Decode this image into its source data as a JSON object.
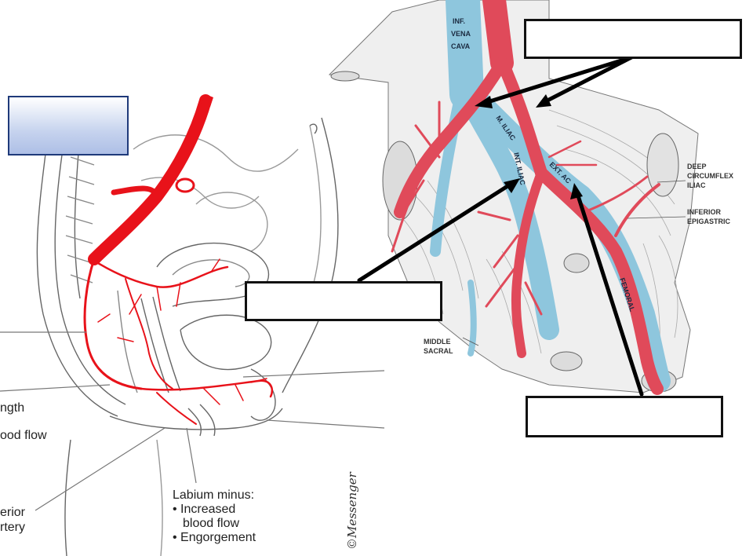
{
  "left_figure": {
    "partial_labels": [
      "ngth",
      "ood flow",
      "erior",
      "rtery"
    ],
    "labium_minus": {
      "heading": "Labium minus:",
      "bullets": [
        "• Increased",
        "blood flow",
        "• Engorgement"
      ]
    },
    "signature": "©Messenger"
  },
  "right_figure": {
    "vessel_labels": {
      "inf_vena_cava": [
        "INF.",
        "VENA",
        "CAVA"
      ],
      "common_iliac": "M. ILIAC",
      "internal_iliac": "INT. ILIAC",
      "external_iliac": "EXT.    AC",
      "femoral": "FEMORAL"
    },
    "side_labels": {
      "deep_circumflex_iliac": [
        "DEEP",
        "CIRCUMFLEX",
        "ILIAC"
      ],
      "inferior_epigastric": [
        "INFERIOR",
        "EPIGASTRIC"
      ],
      "middle_sacral": [
        "MIDDLE",
        "SACRAL"
      ]
    }
  },
  "colors": {
    "artery_red": "#e8121a",
    "vein_blue": "#8ec6dd",
    "artery_pink": "#e04a5a",
    "box_blue": "#c6d3ee",
    "box_border": "#1f3a7a"
  }
}
